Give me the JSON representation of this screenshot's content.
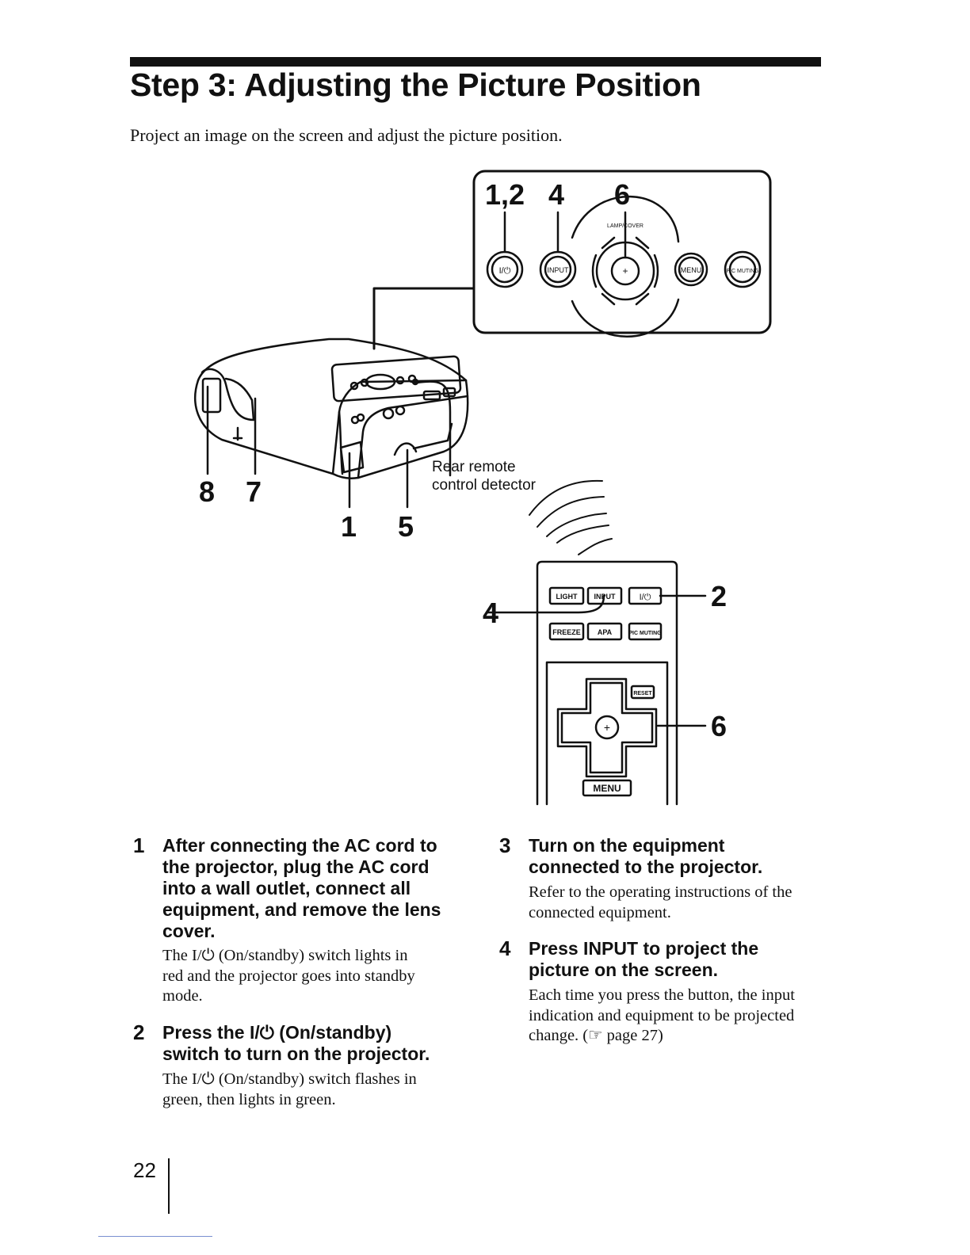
{
  "page": {
    "title": "Step 3: Adjusting the Picture Position",
    "intro": "Project an image on the screen and adjust the picture position.",
    "page_number": "22"
  },
  "figure": {
    "top_panel_callouts": [
      "1,2",
      "4",
      "6"
    ],
    "panel_buttons": {
      "power": "I/⏻",
      "input": "INPUT",
      "lamp_cover": "LAMP/COVER",
      "menu": "MENU",
      "pic_muting": "PIC MUTING"
    },
    "projector_callouts": [
      "8",
      "7",
      "1",
      "5"
    ],
    "rear_detector_label_line1": "Rear remote",
    "rear_detector_label_line2": "control detector",
    "remote_callouts": {
      "input": "4",
      "power": "2",
      "dpad": "6"
    },
    "remote_buttons": {
      "light": "LIGHT",
      "input": "INPUT",
      "power": "I/⏻",
      "freeze": "FREEZE",
      "apa": "APA",
      "pic_muting": "PIC MUTING",
      "reset": "RESET",
      "menu": "MENU"
    }
  },
  "steps": [
    {
      "number": "1",
      "heading": [
        "After connecting the AC cord to",
        "the projector, plug the AC cord",
        "into a wall outlet, connect all",
        "equipment, and remove the lens",
        "cover."
      ],
      "body": [
        "The I/⏻ (On/standby) switch lights in",
        "red and the projector goes into standby",
        "mode."
      ]
    },
    {
      "number": "2",
      "heading": [
        "Press the I/⏻ (On/standby)",
        "switch to turn on the projector."
      ],
      "body": [
        "The I/⏻ (On/standby) switch flashes in",
        "green, then lights in green."
      ]
    },
    {
      "number": "3",
      "heading": [
        "Turn on the equipment",
        "connected to the projector."
      ],
      "body": [
        "Refer to the operating instructions of the",
        "connected equipment."
      ]
    },
    {
      "number": "4",
      "heading": [
        "Press INPUT to project the",
        "picture on the screen."
      ],
      "body": [
        "Each time you press the button, the input",
        "indication and equipment to be projected",
        "change. (☞ page 27)"
      ]
    }
  ]
}
